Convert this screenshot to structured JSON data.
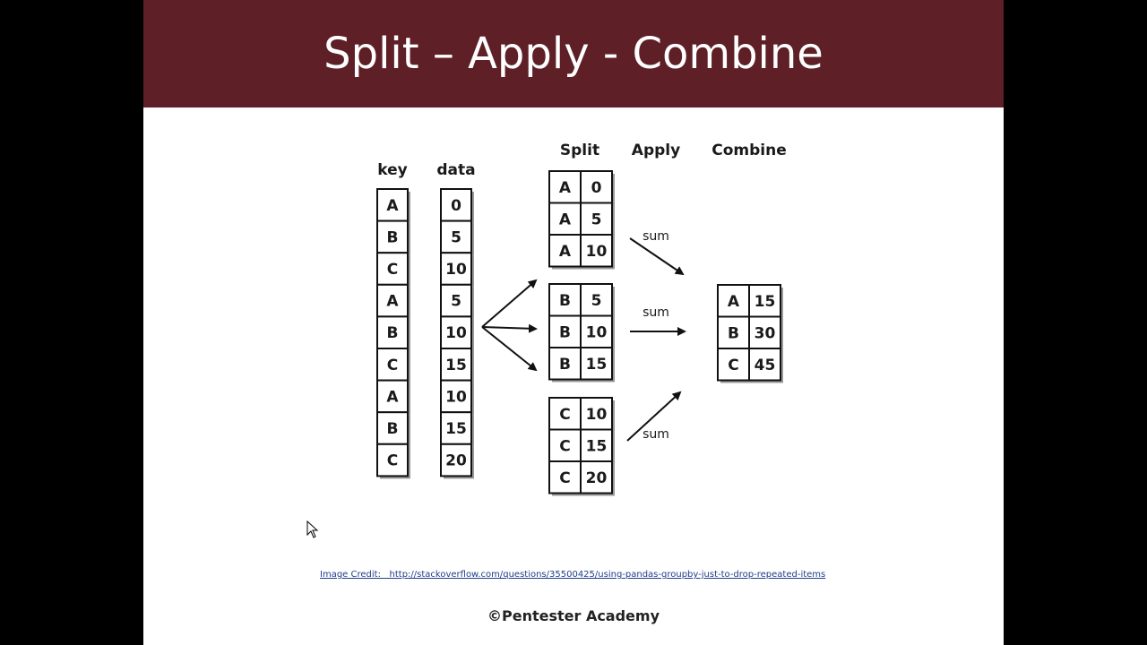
{
  "slide": {
    "title": "Split – Apply - Combine",
    "title_bar_color": "#5e1f26"
  },
  "diagram": {
    "headers": {
      "key": "key",
      "data": "data",
      "split": "Split",
      "apply": "Apply",
      "combine": "Combine"
    },
    "key_column": [
      "A",
      "B",
      "C",
      "A",
      "B",
      "C",
      "A",
      "B",
      "C"
    ],
    "data_column": [
      "0",
      "5",
      "10",
      "5",
      "10",
      "15",
      "10",
      "15",
      "20"
    ],
    "split_groups": [
      {
        "rows": [
          [
            "A",
            "0"
          ],
          [
            "A",
            "5"
          ],
          [
            "A",
            "10"
          ]
        ]
      },
      {
        "rows": [
          [
            "B",
            "5"
          ],
          [
            "B",
            "10"
          ],
          [
            "B",
            "15"
          ]
        ]
      },
      {
        "rows": [
          [
            "C",
            "10"
          ],
          [
            "C",
            "15"
          ],
          [
            "C",
            "20"
          ]
        ]
      }
    ],
    "apply_ops": [
      "sum",
      "sum",
      "sum"
    ],
    "combine_rows": [
      [
        "A",
        "15"
      ],
      [
        "B",
        "30"
      ],
      [
        "C",
        "45"
      ]
    ]
  },
  "footer": {
    "credit_label": "Image Credit:",
    "credit_url": "http://stackoverflow.com/questions/35500425/using-pandas-groupby-just-to-drop-repeated-items",
    "copyright": "©Pentester Academy"
  }
}
